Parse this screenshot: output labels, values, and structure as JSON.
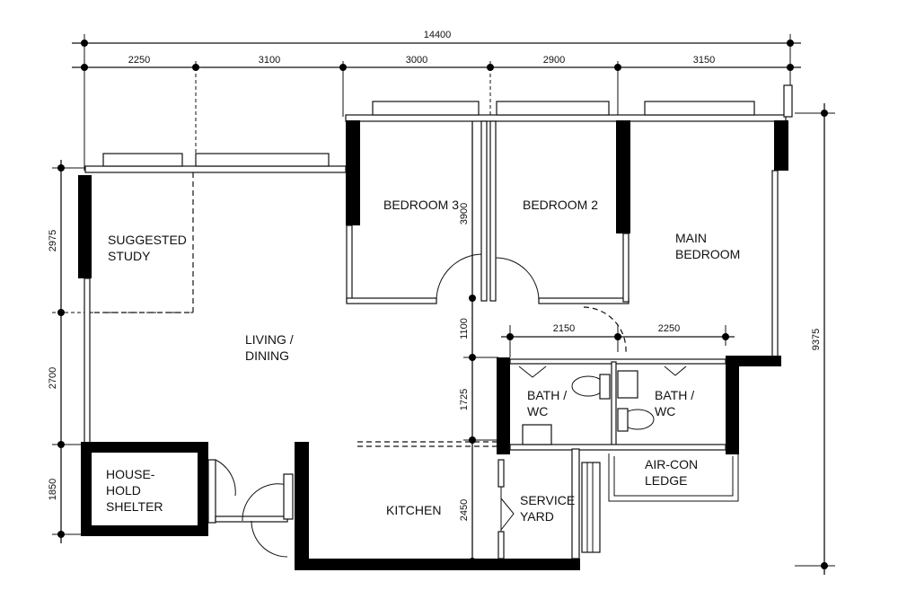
{
  "rooms": {
    "bedroom3": "BEDROOM 3",
    "bedroom2": "BEDROOM 2",
    "main_bedroom": [
      "MAIN",
      "BEDROOM"
    ],
    "suggested_study": [
      "SUGGESTED",
      "STUDY"
    ],
    "living_dining": [
      "LIVING /",
      "DINING"
    ],
    "bath1": [
      "BATH  /",
      "WC"
    ],
    "bath2": [
      "BATH  /",
      "WC"
    ],
    "household_shelter": [
      "HOUSE-",
      "HOLD",
      "SHELTER"
    ],
    "kitchen": "KITCHEN",
    "service_yard": [
      "SERVICE",
      "YARD"
    ],
    "aircon_ledge": [
      "AIR-CON",
      "LEDGE"
    ]
  },
  "dimensions": {
    "overall_width": "14400",
    "top": [
      "2250",
      "3100",
      "3000",
      "2900",
      "3150"
    ],
    "left": [
      "2975",
      "2700",
      "1850"
    ],
    "middle": [
      "3900",
      "1100",
      "1725",
      "2450"
    ],
    "right": "9375",
    "bath": [
      "2150",
      "2250"
    ]
  }
}
